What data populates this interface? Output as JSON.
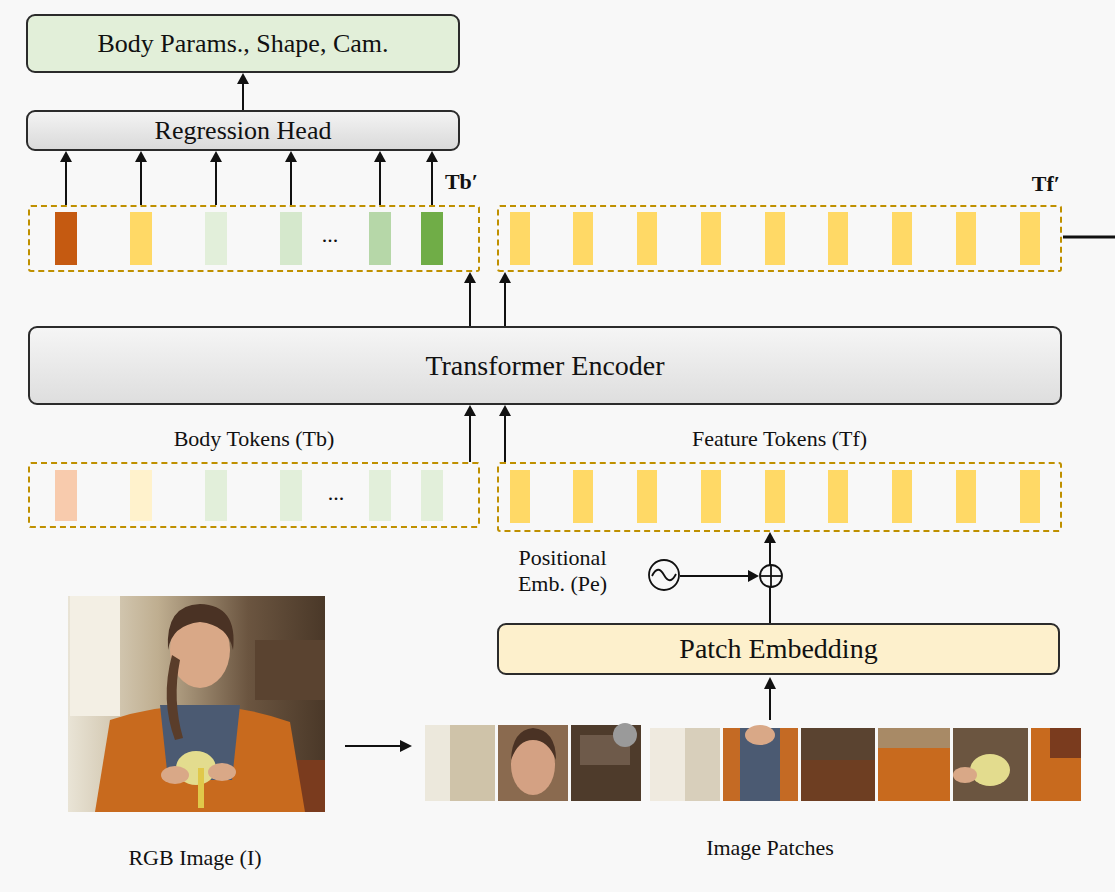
{
  "diagram": {
    "nodes": [
      {
        "text": [
          "Body Params., Shape, Cam."
        ]
      },
      {
        "text": [
          "Regression Head"
        ]
      },
      {
        "text": [
          "Tb′"
        ]
      },
      {
        "text": [
          "Tf′"
        ]
      },
      {
        "text": [
          "Transformer Encoder"
        ]
      },
      {
        "text": [
          "Body Tokens (Tb)"
        ]
      },
      {
        "text": [
          "Feature Tokens (Tf)"
        ]
      },
      {
        "text": [
          "Patch Embedding"
        ]
      }
    ],
    "edges": [
      {
        "from": 1,
        "to": 0,
        "arrow": "to"
      },
      {
        "from": 2,
        "to": 1,
        "arrow": "to"
      },
      {
        "from": 4,
        "to": 2,
        "arrow": "to"
      },
      {
        "from": 4,
        "to": 3,
        "arrow": "to"
      },
      {
        "from": 5,
        "to": 4,
        "arrow": "to"
      },
      {
        "from": 6,
        "to": 4,
        "arrow": "to"
      },
      {
        "from": 7,
        "to": 6,
        "arrow": "to"
      }
    ],
    "labels": [
      "...",
      "...",
      "Positional Emb. (Pe)",
      "Image Patches",
      "RGB Image (I)"
    ]
  }
}
